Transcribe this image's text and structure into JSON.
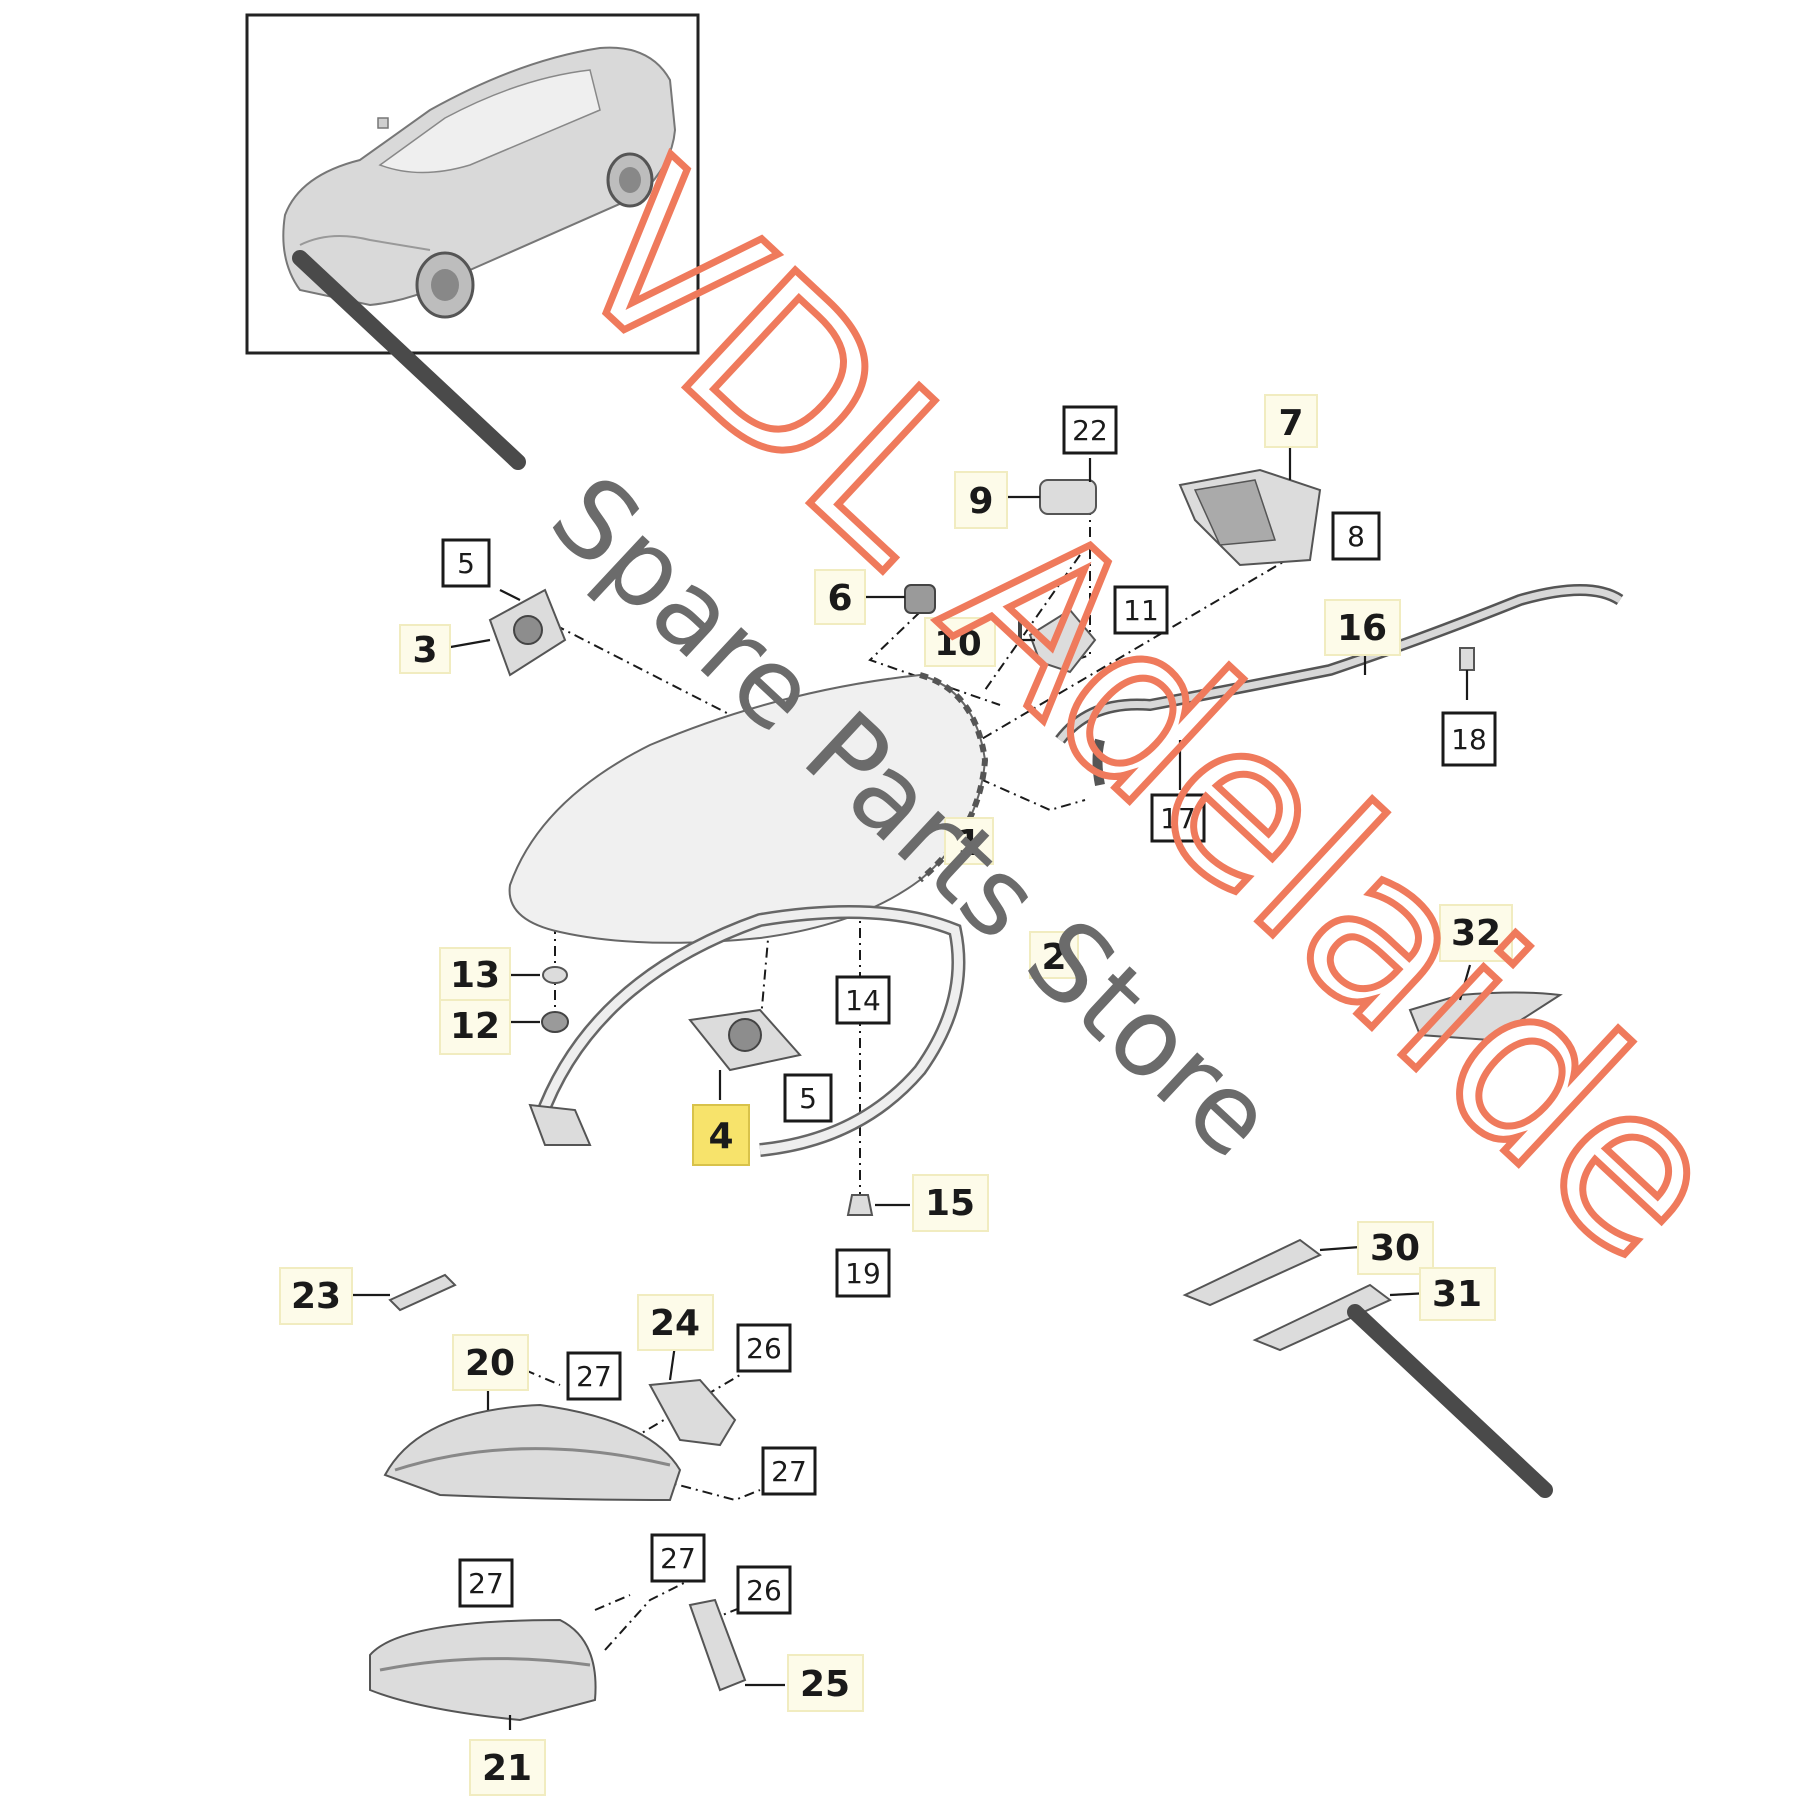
{
  "diagram": {
    "watermark": {
      "primary": "VDL Adelaide",
      "secondary": "Spare Parts Store"
    },
    "callouts": [
      {
        "id": "c1",
        "label": "1",
        "boxed": false,
        "highlight": false
      },
      {
        "id": "c2",
        "label": "2",
        "boxed": false,
        "highlight": false
      },
      {
        "id": "c3",
        "label": "3",
        "boxed": false,
        "highlight": false
      },
      {
        "id": "c4",
        "label": "4",
        "boxed": true,
        "highlight": true
      },
      {
        "id": "c5a",
        "label": "5",
        "boxed": true,
        "highlight": false
      },
      {
        "id": "c5b",
        "label": "5",
        "boxed": true,
        "highlight": false
      },
      {
        "id": "c6",
        "label": "6",
        "boxed": false,
        "highlight": false
      },
      {
        "id": "c7",
        "label": "7",
        "boxed": false,
        "highlight": false
      },
      {
        "id": "c8",
        "label": "8",
        "boxed": true,
        "highlight": false
      },
      {
        "id": "c9",
        "label": "9",
        "boxed": false,
        "highlight": false
      },
      {
        "id": "c10",
        "label": "10",
        "boxed": false,
        "highlight": false
      },
      {
        "id": "c11",
        "label": "11",
        "boxed": true,
        "highlight": false
      },
      {
        "id": "c12",
        "label": "12",
        "boxed": false,
        "highlight": false
      },
      {
        "id": "c13",
        "label": "13",
        "boxed": false,
        "highlight": false
      },
      {
        "id": "c14",
        "label": "14",
        "boxed": true,
        "highlight": false
      },
      {
        "id": "c15",
        "label": "15",
        "boxed": false,
        "highlight": false
      },
      {
        "id": "c16",
        "label": "16",
        "boxed": false,
        "highlight": false
      },
      {
        "id": "c17",
        "label": "17",
        "boxed": true,
        "highlight": false
      },
      {
        "id": "c18",
        "label": "18",
        "boxed": true,
        "highlight": false
      },
      {
        "id": "c19",
        "label": "19",
        "boxed": true,
        "highlight": false
      },
      {
        "id": "c20",
        "label": "20",
        "boxed": false,
        "highlight": false
      },
      {
        "id": "c21",
        "label": "21",
        "boxed": false,
        "highlight": false
      },
      {
        "id": "c22",
        "label": "22",
        "boxed": true,
        "highlight": false
      },
      {
        "id": "c23",
        "label": "23",
        "boxed": false,
        "highlight": false
      },
      {
        "id": "c24",
        "label": "24",
        "boxed": false,
        "highlight": false
      },
      {
        "id": "c25",
        "label": "25",
        "boxed": false,
        "highlight": false
      },
      {
        "id": "c26a",
        "label": "26",
        "boxed": true,
        "highlight": false
      },
      {
        "id": "c26b",
        "label": "26",
        "boxed": true,
        "highlight": false
      },
      {
        "id": "c27a",
        "label": "27",
        "boxed": true,
        "highlight": false
      },
      {
        "id": "c27b",
        "label": "27",
        "boxed": true,
        "highlight": false
      },
      {
        "id": "c27c",
        "label": "27",
        "boxed": true,
        "highlight": false
      },
      {
        "id": "c27d",
        "label": "27",
        "boxed": true,
        "highlight": false
      },
      {
        "id": "c30",
        "label": "30",
        "boxed": false,
        "highlight": false
      },
      {
        "id": "c31",
        "label": "31",
        "boxed": false,
        "highlight": false
      },
      {
        "id": "c32",
        "label": "32",
        "boxed": false,
        "highlight": false
      }
    ]
  }
}
